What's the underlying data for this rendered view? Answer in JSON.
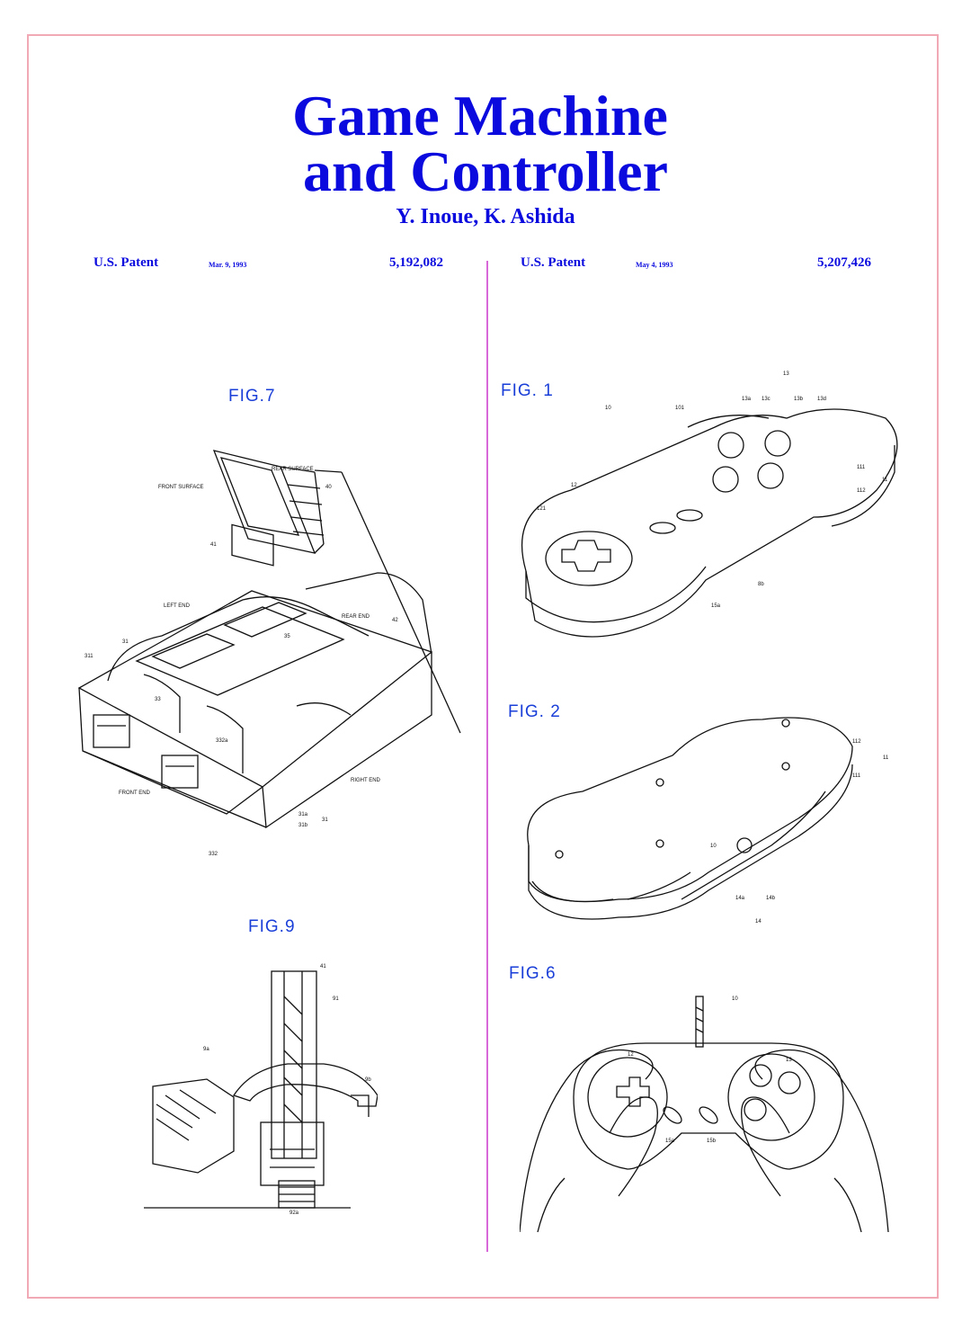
{
  "title": {
    "line1": "Game Machine",
    "line2": "and Controller",
    "authors": "Y. Inoue, K. Ashida"
  },
  "patents": [
    {
      "label": "U.S. Patent",
      "date": "Mar. 9, 1993",
      "number": "5,192,082"
    },
    {
      "label": "U.S. Patent",
      "date": "May 4, 1993",
      "number": "5,207,426"
    }
  ],
  "figures": {
    "fig7": {
      "label": "FIG.7",
      "annotations": {
        "front_surface": "FRONT SURFACE",
        "rear_surface": "REAR SURFACE",
        "cart_ref": "40",
        "cart_ref2": "41",
        "left_end": "LEFT END",
        "rear_end": "REAR END",
        "console_ref": "42",
        "ref_31": "31",
        "ref_311": "311",
        "ref_33": "33",
        "ref_35": "35",
        "ref_332a": "332a",
        "front_end": "FRONT END",
        "right_end": "RIGHT END",
        "ref_31a": "31a",
        "ref_31b": "31b",
        "ref_31c": "31",
        "ref_332": "332"
      }
    },
    "fig9": {
      "label": "FIG.9",
      "annotations": {
        "ref_top": "41",
        "ref_side": "91",
        "ref_bottom": "92a",
        "ref_a": "9a",
        "ref_b": "9b"
      }
    },
    "fig1": {
      "label": "FIG. 1",
      "annotations": {
        "ref_10": "10",
        "ref_13": "13",
        "ref_13a": "13a",
        "ref_13c": "13c",
        "ref_13b": "13b",
        "ref_13d": "13d",
        "ref_101": "101",
        "ref_12": "12",
        "ref_121": "121",
        "ref_111": "111",
        "ref_112": "112",
        "ref_11": "11",
        "ref_8b": "8b",
        "ref_15a": "15a"
      }
    },
    "fig2": {
      "label": "FIG. 2",
      "annotations": {
        "ref_112": "112",
        "ref_111": "111",
        "ref_11": "11",
        "ref_14a": "14a",
        "ref_14b": "14b",
        "ref_14": "14",
        "ref_10": "10"
      }
    },
    "fig6": {
      "label": "FIG.6",
      "annotations": {
        "ref_10": "10",
        "ref_15a": "15a",
        "ref_15b": "15b",
        "ref_12": "12",
        "ref_13": "13"
      }
    }
  },
  "colors": {
    "title": "#0a0adf",
    "border": "#f2a9b6",
    "divider": "#d867d8",
    "fig_label": "#1a3fd8"
  }
}
